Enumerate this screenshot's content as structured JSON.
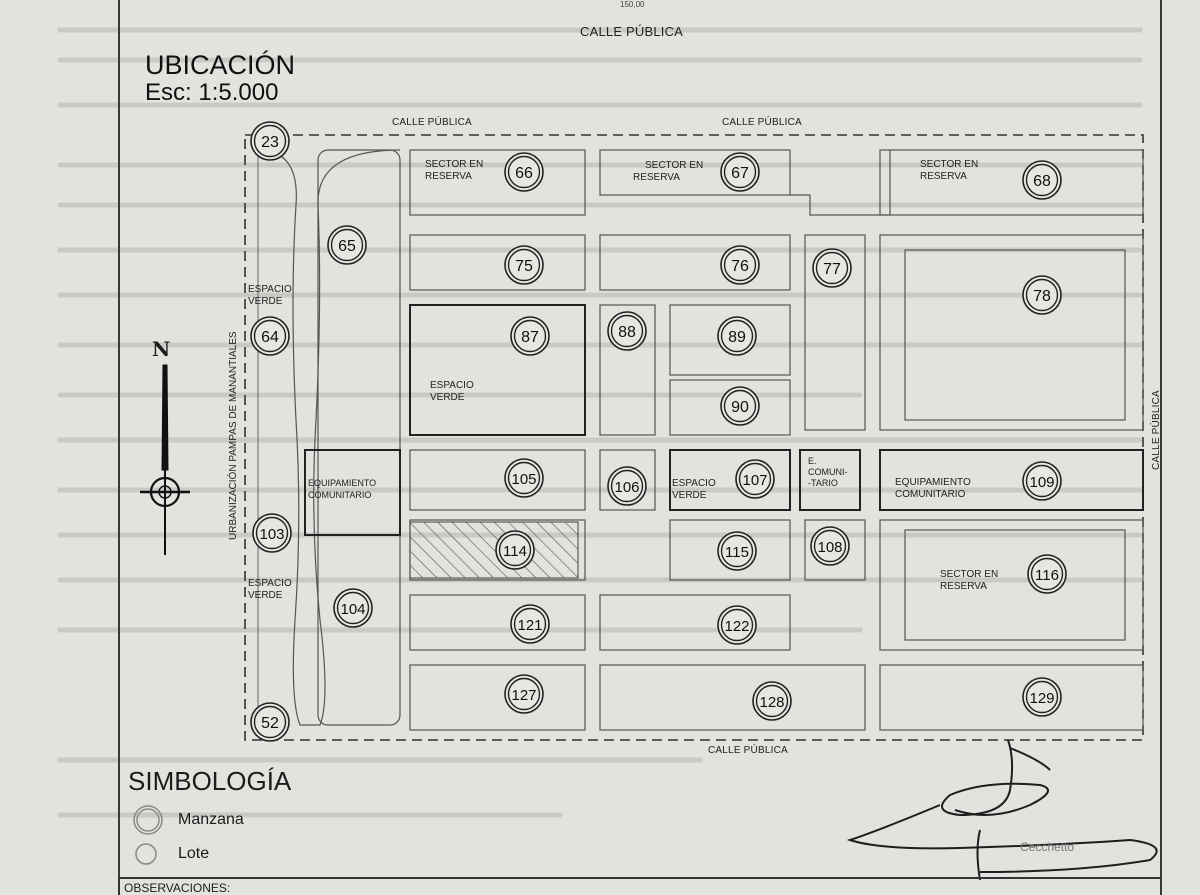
{
  "header": {
    "scale_tick": "150,00",
    "street_top": "CALLE PÚBLICA",
    "title": "UBICACIÓN",
    "scale": "Esc: 1:5.000"
  },
  "streets": {
    "top_left": "CALLE PÚBLICA",
    "top_right": "CALLE PÚBLICA",
    "bottom": "CALLE PÚBLICA",
    "right": "CALLE PÚBLICA",
    "left_urbanizacion": "URBANIZACIÓN PAMPAS DE MANANTIALES"
  },
  "north": "N",
  "block_labels": [
    {
      "id": "sr1",
      "text1": "SECTOR EN",
      "text2": "RESERVA"
    },
    {
      "id": "sr2",
      "text1": "SECTOR EN",
      "text2": "RESERVA"
    },
    {
      "id": "sr3",
      "text1": "SECTOR EN",
      "text2": "RESERVA"
    },
    {
      "id": "ev1",
      "text1": "ESPACIO",
      "text2": "VERDE"
    },
    {
      "id": "ev2",
      "text1": "ESPACIO",
      "text2": "VERDE"
    },
    {
      "id": "ev3",
      "text1": "ESPACIO",
      "text2": "VERDE"
    },
    {
      "id": "ev4",
      "text1": "ESPACIO",
      "text2": "VERDE"
    },
    {
      "id": "eq1",
      "text1": "EQUIPAMIENTO",
      "text2": "COMUNITARIO"
    },
    {
      "id": "eq2",
      "text1": "EQUIPAMIENTO",
      "text2": "COMUNITARIO"
    },
    {
      "id": "ec1",
      "text1": "E.",
      "text2": "COMUNI-",
      "text3": "-TARIO"
    },
    {
      "id": "sr4",
      "text1": "SECTOR EN",
      "text2": "RESERVA"
    }
  ],
  "manzanas": [
    "23",
    "66",
    "67",
    "68",
    "65",
    "75",
    "76",
    "77",
    "78",
    "64",
    "87",
    "88",
    "89",
    "90",
    "105",
    "106",
    "107",
    "109",
    "103",
    "114",
    "115",
    "108",
    "116",
    "104",
    "121",
    "122",
    "127",
    "128",
    "129",
    "52"
  ],
  "legend": {
    "title": "SIMBOLOGÍA",
    "manzana": "Manzana",
    "lote": "Lote"
  },
  "observaciones": "OBSERVACIONES:",
  "signer": "Cecchetto",
  "colors": {
    "ink": "#1c1c1c",
    "paper": "#e2e2de",
    "hatch": "#555555"
  }
}
